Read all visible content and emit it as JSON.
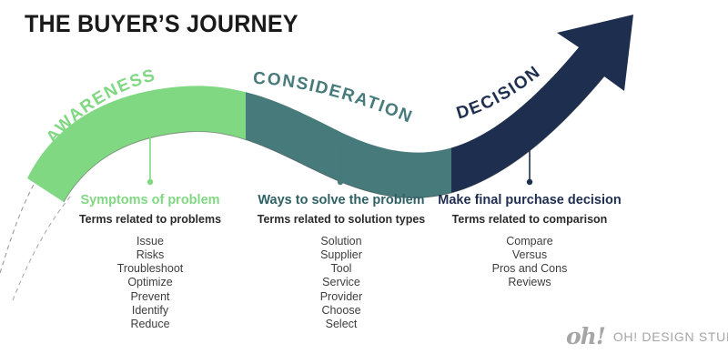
{
  "title": "THE BUYER’S JOURNEY",
  "colors": {
    "awareness": "#81D882",
    "consideration": "#477A7B",
    "decision": "#1E2E4F",
    "background": "#FFFFFF",
    "body_text": "#3D3D3D",
    "logo_gray": "#A6A6A6"
  },
  "stages": [
    {
      "band_label": "AWARENESS",
      "heading": "Symptoms of problem",
      "subheading": "Terms related to problems",
      "keywords": [
        "Issue",
        "Risks",
        "Troubleshoot",
        "Optimize",
        "Prevent",
        "Identify",
        "Reduce"
      ],
      "color": "#81D882"
    },
    {
      "band_label": "CONSIDERATION",
      "heading": "Ways to solve the problem",
      "subheading": "Terms related to solution types",
      "keywords": [
        "Solution",
        "Supplier",
        "Tool",
        "Service",
        "Provider",
        "Choose",
        "Select"
      ],
      "color": "#477A7B"
    },
    {
      "band_label": "DECISION",
      "heading": "Make final purchase decision",
      "subheading": "Terms related to comparison",
      "keywords": [
        "Compare",
        "Versus",
        "Pros and Cons",
        "Reviews"
      ],
      "color": "#1E2E4F"
    }
  ],
  "logo": {
    "mark": "oh!",
    "wordmark": "OH! DESIGN STUDIO",
    "trademark": "™"
  }
}
